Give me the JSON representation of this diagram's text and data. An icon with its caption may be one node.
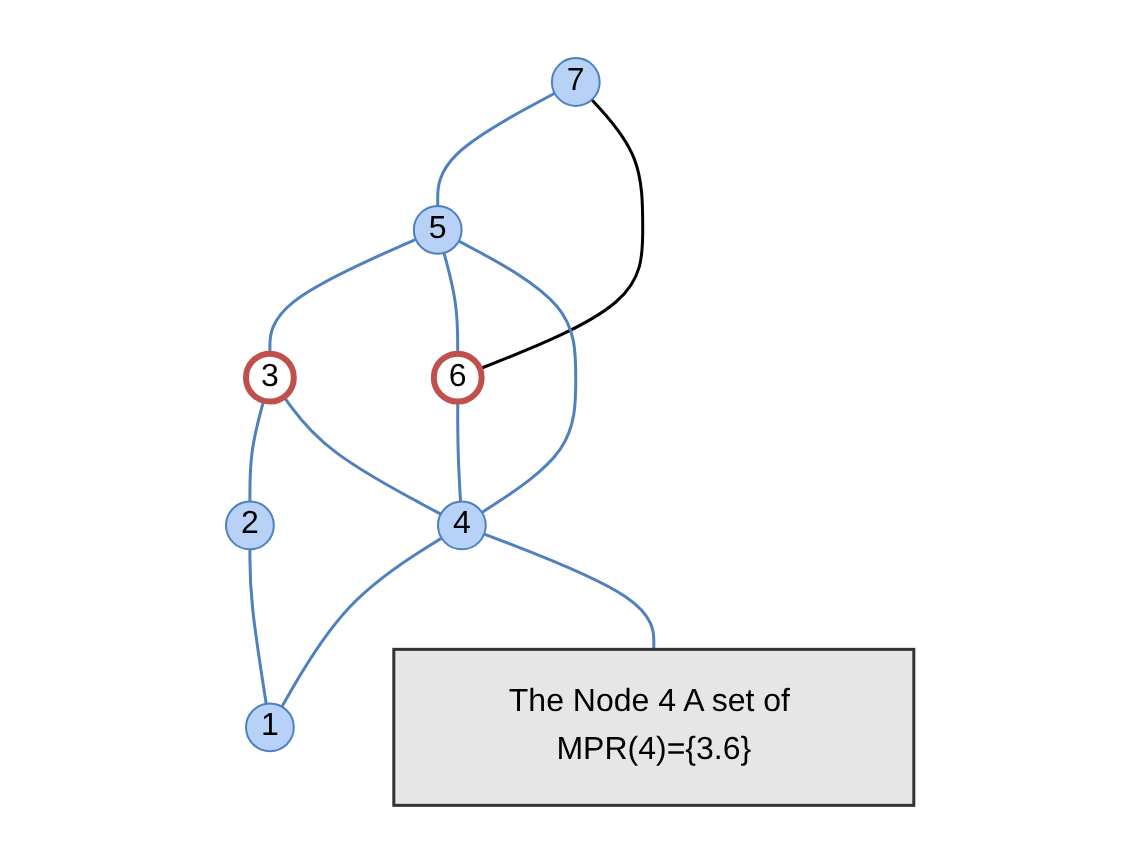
{
  "diagram": {
    "nodes": [
      {
        "text": [
          "7"
        ]
      },
      {
        "text": [
          "5"
        ]
      },
      {
        "text": [
          "3"
        ]
      },
      {
        "text": [
          "2"
        ]
      },
      {
        "text": [
          "6"
        ]
      },
      {
        "text": [
          "4"
        ]
      },
      {
        "text": [
          "1"
        ]
      },
      {
        "text": [
          "The Node 4 A set of MPR(4)={3.6}"
        ]
      }
    ],
    "edges": [
      {
        "from": 0,
        "to": 1,
        "arrow": "none"
      },
      {
        "from": 1,
        "to": 2,
        "arrow": "none"
      },
      {
        "from": 2,
        "to": 3,
        "arrow": "none"
      },
      {
        "from": 0,
        "to": 4,
        "arrow": "none",
        "color": "#000000"
      },
      {
        "from": 1,
        "to": 4,
        "arrow": "none"
      },
      {
        "from": 1,
        "to": 5,
        "arrow": "none"
      },
      {
        "from": 2,
        "to": 5,
        "arrow": "none"
      },
      {
        "from": 3,
        "to": 6,
        "arrow": "none"
      },
      {
        "from": 4,
        "to": 5,
        "arrow": "none"
      },
      {
        "from": 5,
        "to": 6,
        "arrow": "none"
      },
      {
        "from": 5,
        "to": 7,
        "arrow": "none"
      }
    ]
  }
}
